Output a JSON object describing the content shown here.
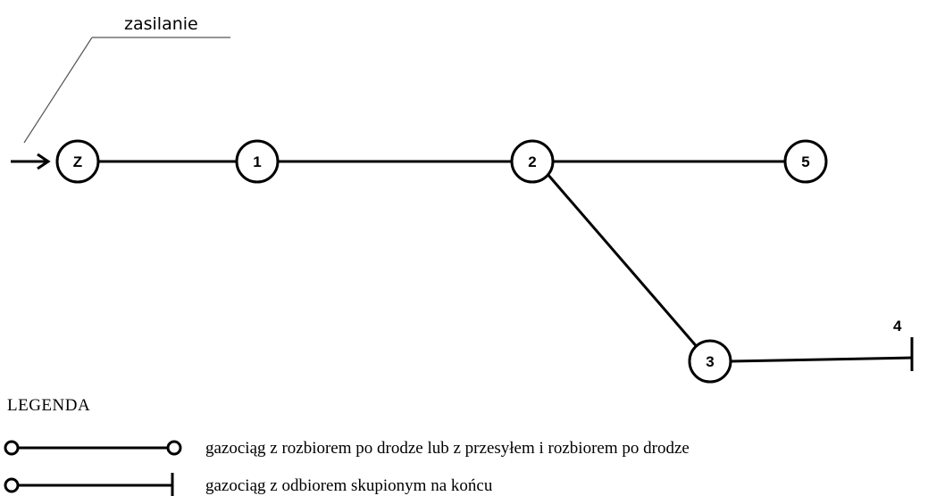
{
  "callout": {
    "text": "zasilanie"
  },
  "nodes": [
    {
      "id": "node-z",
      "label": "Z"
    },
    {
      "id": "node-1",
      "label": "1"
    },
    {
      "id": "node-2",
      "label": "2"
    },
    {
      "id": "node-5",
      "label": "5"
    },
    {
      "id": "node-3",
      "label": "3"
    }
  ],
  "endpoint": {
    "label": "4"
  },
  "edges": [
    {
      "from": "Z",
      "to": "1"
    },
    {
      "from": "1",
      "to": "2"
    },
    {
      "from": "2",
      "to": "5"
    },
    {
      "from": "2",
      "to": "3"
    },
    {
      "from": "3",
      "to": "4"
    }
  ],
  "legend": {
    "title": "LEGENDA",
    "items": [
      {
        "text": "gazociąg z rozbiorem po drodze lub z przesyłem i rozbiorem po drodze"
      },
      {
        "text": "gazociąg z odbiorem skupionym na końcu"
      }
    ]
  },
  "colors": {
    "line": "#000000",
    "background": "#ffffff",
    "callout_line": "#555555"
  }
}
